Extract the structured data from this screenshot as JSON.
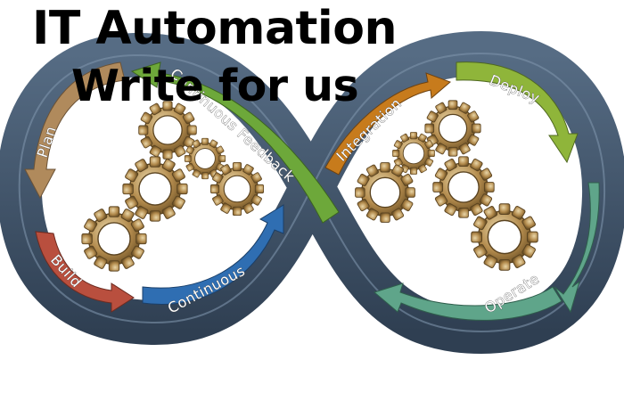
{
  "title": {
    "line1": "IT Automation",
    "line2": "Write for us"
  },
  "stages": {
    "plan": "Plan",
    "build": "Build",
    "continuous": "Continuous",
    "integration": "Integration",
    "deploy": "Deploy",
    "operate": "Operate",
    "continuous_feedback": "Continuous Feedback"
  },
  "colors": {
    "loop_outer": "#3d4f63",
    "loop_inner": "#5b7188",
    "plan": "#b08a5c",
    "build": "#b94f3e",
    "continuous": "#2f6eb2",
    "integration": "#c77b1c",
    "deploy": "#8fb53a",
    "operate": "#5fa58a",
    "continuous_feedback": "#6da83a",
    "gear": "#b38b4d"
  },
  "icons": {
    "gear": "gear-icon",
    "arrow": "arrow-icon"
  }
}
